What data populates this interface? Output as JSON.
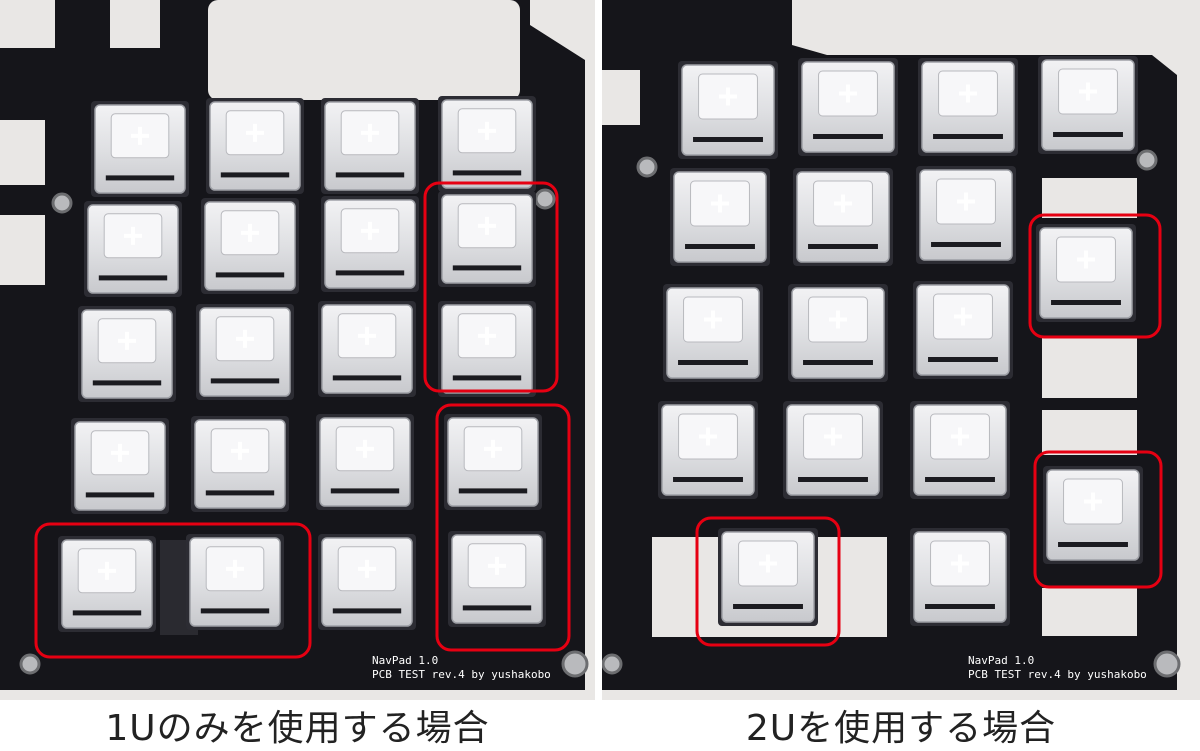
{
  "captions": {
    "left": "1Uのみを使用する場合",
    "right": "2Uを使用する場合"
  },
  "board_silk": {
    "line1": "NavPad 1.0",
    "line2": "PCB TEST rev.4 by yushakobo"
  },
  "colors": {
    "pcb": "#15151a",
    "highlight": "#e60012",
    "background": "#e9e7e5",
    "switch_housing": "#dcdde0"
  }
}
